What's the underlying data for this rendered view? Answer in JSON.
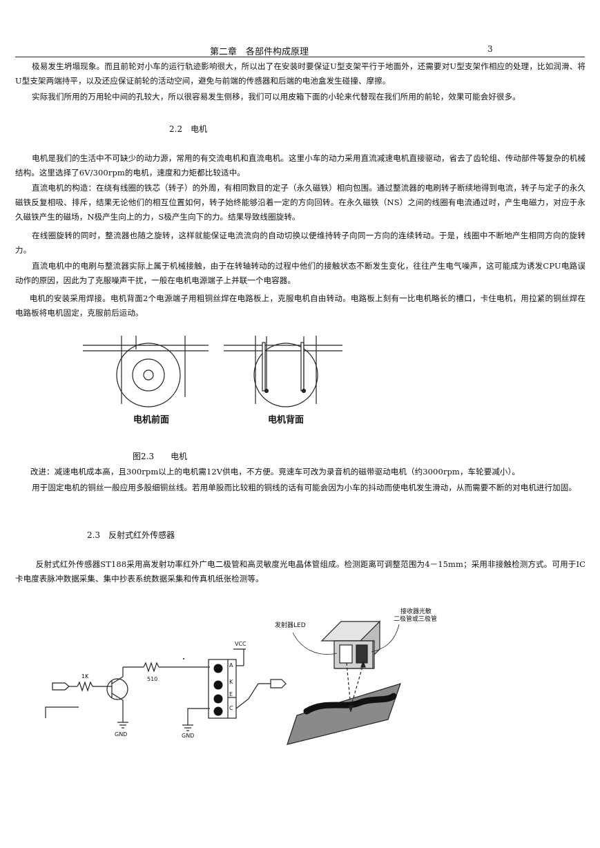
{
  "header": {
    "title": "第二章　各部件构成原理",
    "page_number": "3"
  },
  "paragraphs": [
    "极易发生坍塌现象。而且前轮对小车的运行轨迹影响很大，所以出了在安装时要保证U型支架平行于地面外，还需要对U型支架作相应的处理，比如润滑、将U型支架两端持平，以及还应保证前轮的活动空间，避免与前端的传感器和后端的电池盒发生碰撞、摩擦。",
    "实际我们所用的万用轮中间的孔较大，所以很容易发生侧移，我们可以用皮箱下面的小轮来代替现在我们所用的前轮，效果可能会好很多。",
    "电机是我们的生活中不可缺少的动力源，常用的有交流电机和直流电机。这里小车的动力采用直流减速电机直接驱动，省去了齿轮组、传动部件等复杂的机械结构。这里选择了6V/300rpm的电机，速度和力矩都比较适中。",
    "直流电机的构造：在绕有线圈的铁芯（转子）的外周，有相同数目的定子（永久磁铁）相向包围。通过整流器的电刷转子断续地得到电流，转子与定子的永久磁铁反复相吸、排斥，结果无论他们的相互位置如何，转子始终能够沿着一定的方向回转。在永久磁铁（NS）之间的线圈有电流通过时，产生电磁力，对应于永久磁铁产生的磁场，N极产生向上的力，S极产生向下的力。结果导致线圈旋转。",
    "在线圈旋转的同时，整流器也随之旋转，这样就能保证电流流向的自动切换以便维持转子向同一方向的连续转动。于是，线圈中不断地产生相同方向的旋转力。",
    "直流电机中的电刷与整流器实际上属于机械接触，由于在转轴转动的过程中他们的接触状态不断发生变化，往往产生电气噪声，这可能成为诱发CPU电路误动作的原因，因此为了克服噪声干扰，一般在电机电源端子上并联一个电容器。",
    "电机的安装采用焊接。电机背面2个电源端子用粗铜丝焊在电路板上，克服电机自由转动。电路板上刻有一比电机略长的槽口，卡住电机，用拉紧的铜丝焊在电路板将电机固定，克服前后运动。",
    "改进：减速电机成本高，且300rpm以上的电机需12V供电，不方便。竞速车可改为录音机的磁带驱动电机（约3000rpm，车轮要减小）。",
    "用于固定电机的铜丝一般应用多股细铜丝线。若用单股而比较粗的铜线的话有可能会因为小车的抖动而使电机发生滑动，从而需要不断的对电机进行加固。",
    "反射式红外传感器ST188采用高发射功率红外广电二极管和高灵敏度光电晶体管组成。检测距离可调整范围为4－15mm；采用非接触检测方式。可用于IC卡电度表脉冲数据采集、集中抄表系统数据采集和传真机纸张检测等。"
  ],
  "sections": {
    "s22": "2.2　电机",
    "s23": "2.3　反射式红外传感器"
  },
  "figure_motor": {
    "front_label": "电机前面",
    "back_label": "电机背面",
    "caption": "图2.3　　电机"
  },
  "figure_sensor": {
    "resistor_1k": "1K",
    "resistor_510": "510",
    "vcc": "VCC",
    "gnd_left": "GND",
    "gnd_right": "GND",
    "pin_a": "A",
    "pin_k": "K",
    "pin_e": "E",
    "pin_c": "C",
    "emitter_label": "发射器LED",
    "receiver_label_1": "接收器光敏",
    "receiver_label_2": "二极管或三极管"
  }
}
